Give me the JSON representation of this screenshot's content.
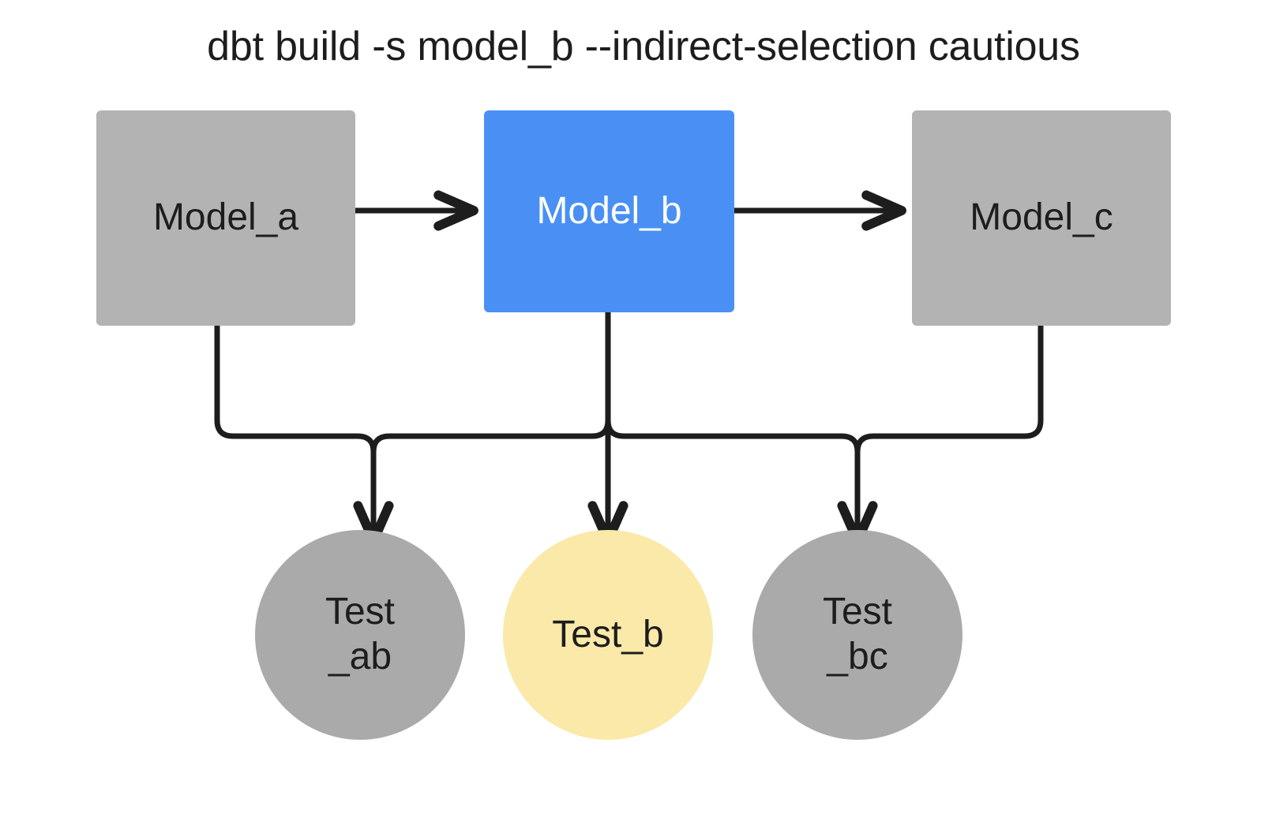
{
  "title": "dbt build -s model_b --indirect-selection cautious",
  "colors": {
    "background": "#ffffff",
    "model_default": "#b3b3b3",
    "model_selected": "#4a90f4",
    "test_default": "#aaaaaa",
    "test_highlight": "#fae9a9",
    "edge": "#1d1d1d",
    "text_dark": "#1d1d1d",
    "text_light": "#ffffff"
  },
  "nodes": {
    "models": [
      {
        "id": "model_a",
        "label": "Model_a",
        "shape": "rectangle",
        "fill": "#b3b3b3",
        "text_color": "#1d1d1d",
        "selected": false
      },
      {
        "id": "model_b",
        "label": "Model_b",
        "shape": "rectangle",
        "fill": "#4a90f4",
        "text_color": "#ffffff",
        "selected": true
      },
      {
        "id": "model_c",
        "label": "Model_c",
        "shape": "rectangle",
        "fill": "#b3b3b3",
        "text_color": "#1d1d1d",
        "selected": false
      }
    ],
    "tests": [
      {
        "id": "test_ab",
        "label": "Test\n_ab",
        "shape": "circle",
        "fill": "#aaaaaa",
        "text_color": "#1d1d1d",
        "selected": false
      },
      {
        "id": "test_b",
        "label": "Test_b",
        "shape": "circle",
        "fill": "#fae9a9",
        "text_color": "#1d1d1d",
        "selected": true
      },
      {
        "id": "test_bc",
        "label": "Test\n_bc",
        "shape": "circle",
        "fill": "#aaaaaa",
        "text_color": "#1d1d1d",
        "selected": false
      }
    ]
  },
  "edges": [
    {
      "id": "edge-model-a-model-b",
      "from": "model_a",
      "to": "model_b",
      "style": "straight-horizontal",
      "arrow": true
    },
    {
      "id": "edge-model-b-model-c",
      "from": "model_b",
      "to": "model_c",
      "style": "straight-horizontal",
      "arrow": true
    },
    {
      "id": "edge-model-a-test-ab",
      "from": "model_a",
      "to": "test_ab",
      "style": "orthogonal",
      "arrow": true
    },
    {
      "id": "edge-model-b-test-ab",
      "from": "model_b",
      "to": "test_ab",
      "style": "orthogonal",
      "arrow": true
    },
    {
      "id": "edge-model-b-test-b",
      "from": "model_b",
      "to": "test_b",
      "style": "straight-vertical",
      "arrow": true
    },
    {
      "id": "edge-model-b-test-bc",
      "from": "model_b",
      "to": "test_bc",
      "style": "orthogonal",
      "arrow": true
    },
    {
      "id": "edge-model-c-test-bc",
      "from": "model_c",
      "to": "test_bc",
      "style": "orthogonal",
      "arrow": true
    }
  ]
}
